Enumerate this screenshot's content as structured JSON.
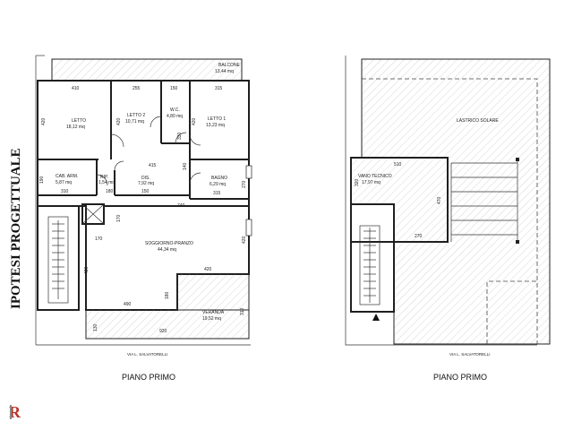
{
  "side_title": "IPOTESI PROGETTUALE",
  "logo_text": "R",
  "left_plan": {
    "title": "PIANO PRIMO",
    "street": "VIA L. SALVATORELLI",
    "rooms": {
      "balcone": "BALCONE",
      "balcone_area": "13,44 mq",
      "letto": "LETTO",
      "letto_area": "18,12 mq",
      "letto2": "LETTO 2",
      "letto2_area": "10,71 mq",
      "wc": "W.C.",
      "wc_area": "4,80 mq",
      "letto1": "LETTO 1",
      "letto1_area": "13,23 mq",
      "cab": "CAB. ARM.",
      "cab_area": "5,87 mq",
      "dis": "DIS.",
      "dis_area": "7,92 mq",
      "rip": "RIP.",
      "rip_area": "1,54 mq",
      "bagno": "BAGNO",
      "bagno_area": "6,29 mq",
      "soggiorno": "SOGGIORNO-PRANZO",
      "soggiorno_area": "44,34 mq",
      "veranda": "VERANDA",
      "veranda_area": "19,52 mq"
    },
    "dims": {
      "d410": "410",
      "d255": "255",
      "d150a": "150",
      "d315a": "315",
      "d420a": "420",
      "d420b": "420",
      "d420c": "420",
      "d420d": "420",
      "d420e": "420",
      "d415": "415",
      "d310": "310",
      "d180a": "180",
      "d150b": "150",
      "d315b": "315",
      "d270": "270",
      "d740": "740",
      "d170a": "170",
      "d170b": "170",
      "d490": "490",
      "d180b": "180",
      "d920": "920",
      "d130": "130",
      "d310b": "310",
      "d190": "190",
      "d330": "330",
      "d140": "140"
    }
  },
  "right_plan": {
    "title": "PIANO PRIMO",
    "street": "VIA L. SALVATORELLI",
    "rooms": {
      "lastrico": "LASTRICO SOLARE",
      "vano": "VANO TECNICO",
      "vano_area": "17,97 mq"
    },
    "dims": {
      "d510": "510",
      "d320": "320",
      "d470": "470",
      "d270": "270"
    }
  },
  "colors": {
    "line": "#1f1f1f",
    "logo_red": "#b8322a",
    "logo_gray": "#8a8a8a"
  }
}
